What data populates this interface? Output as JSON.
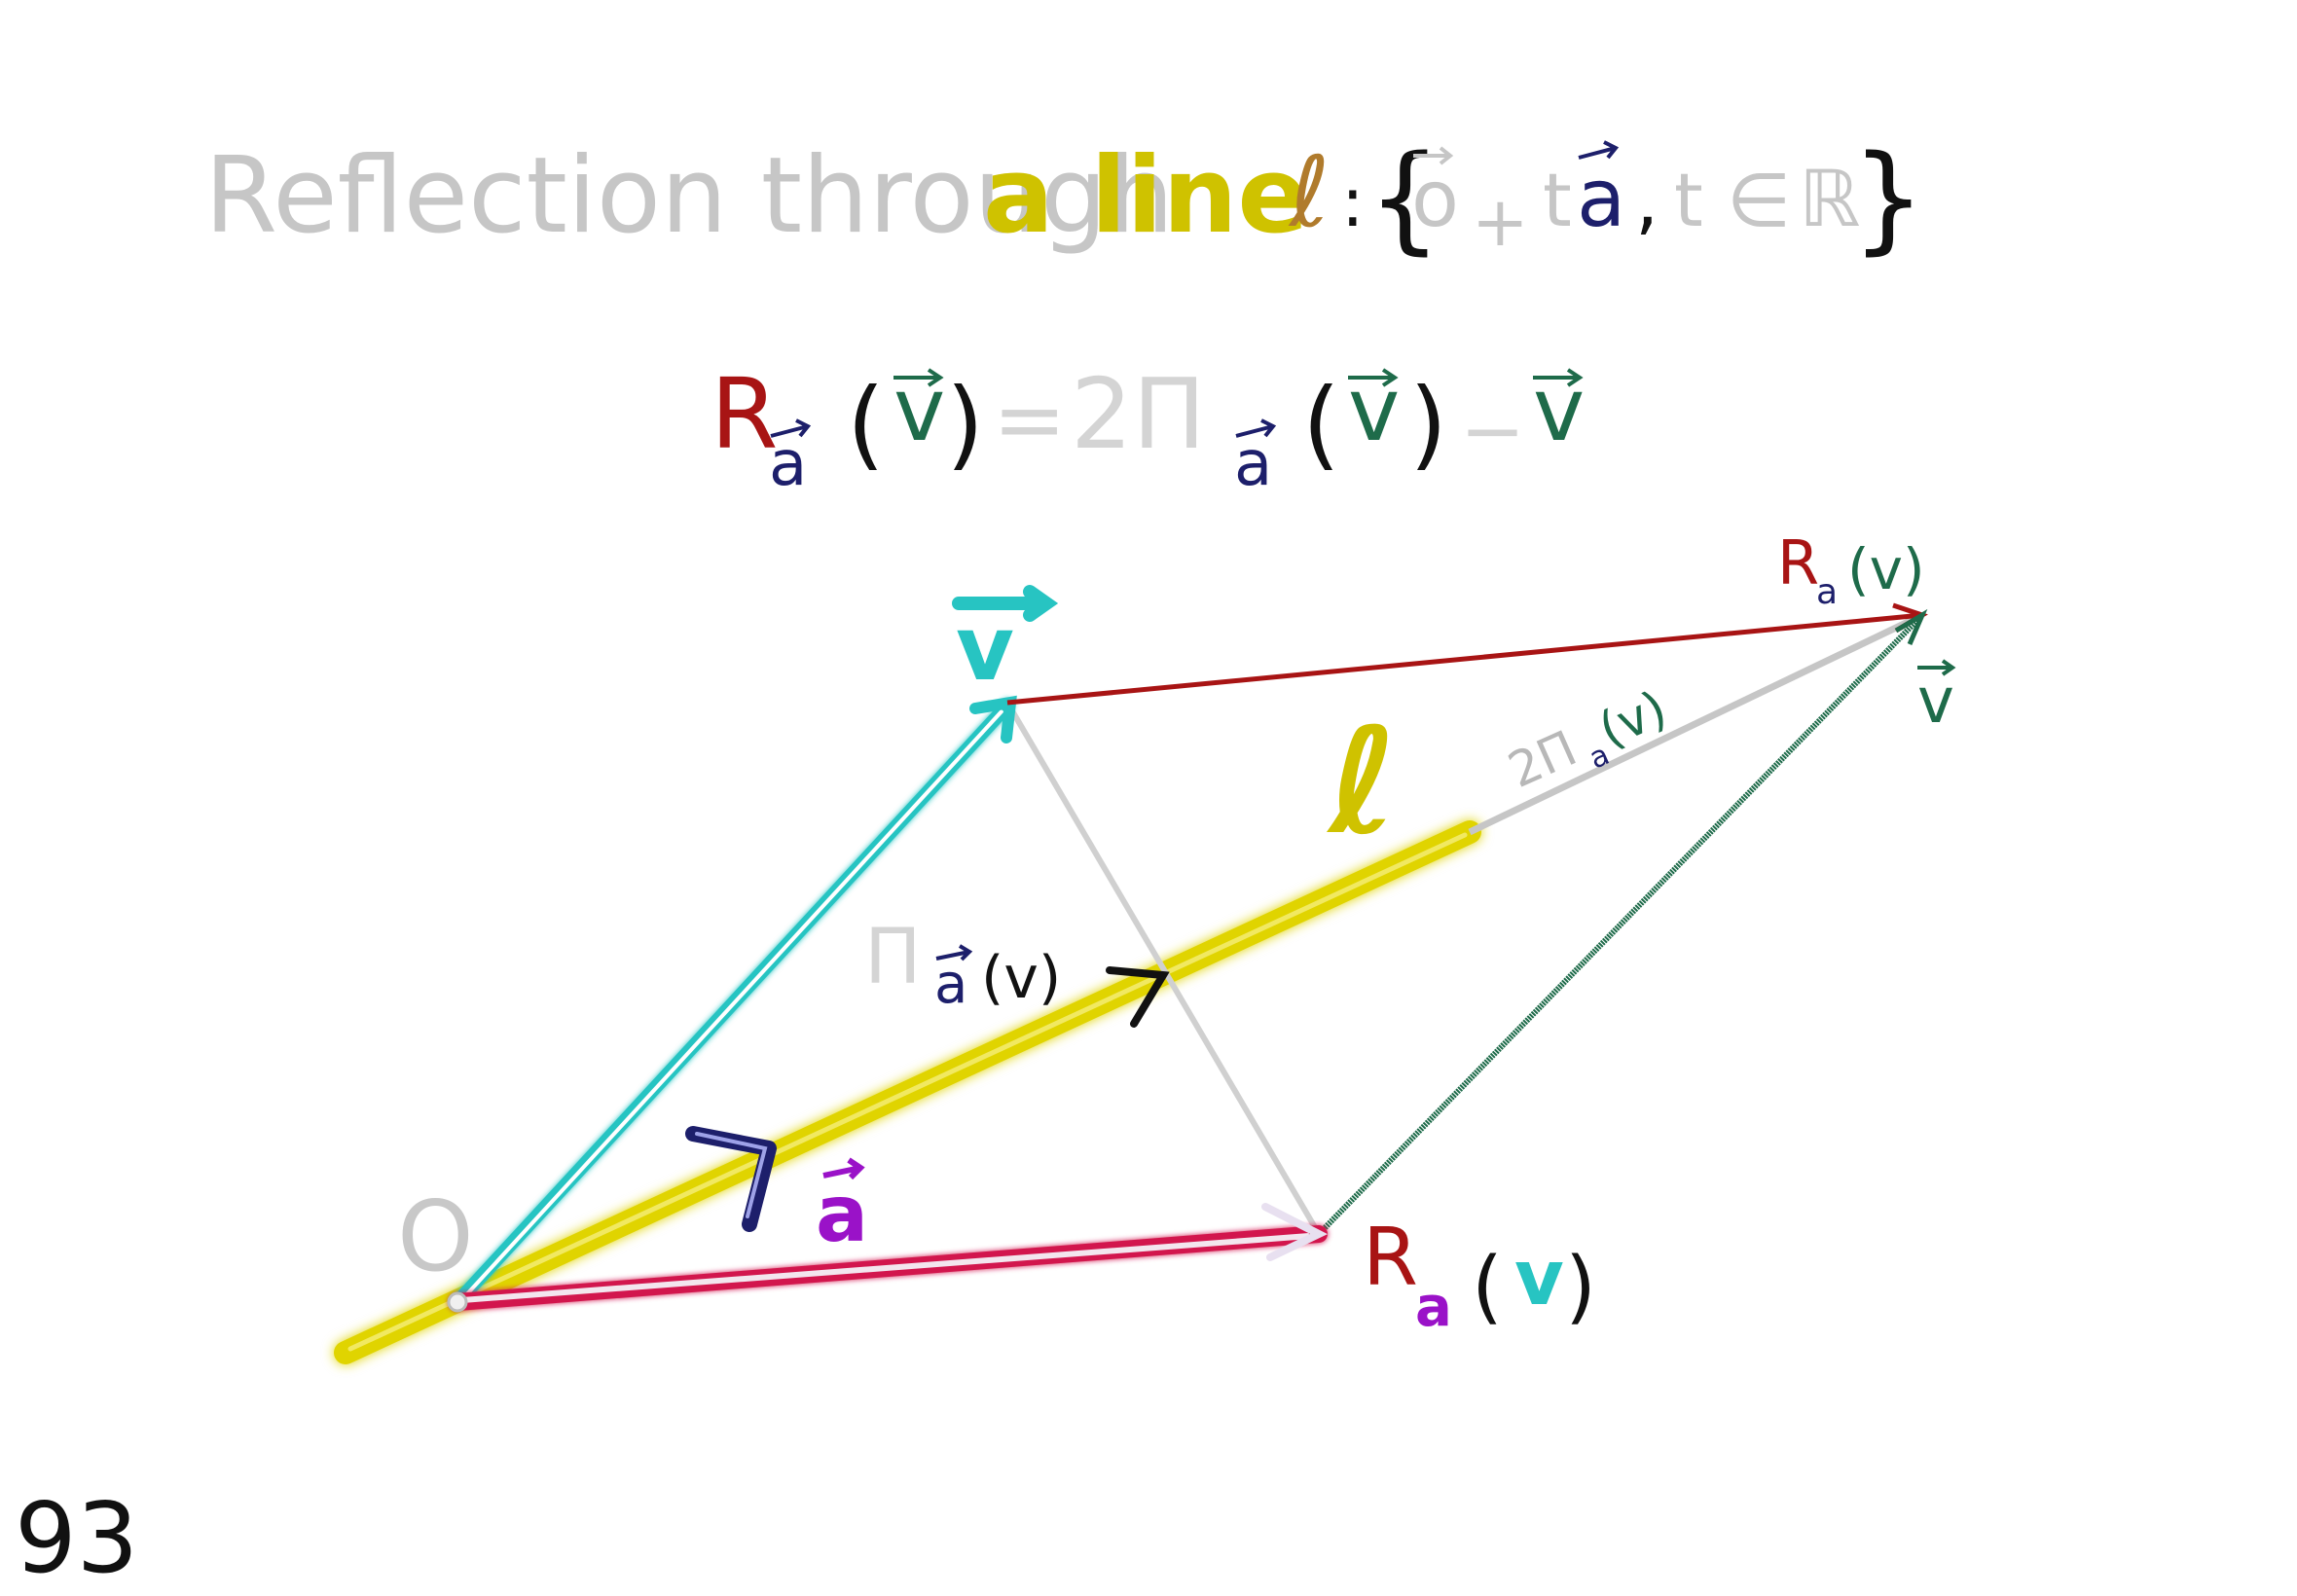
{
  "title": {
    "part1": "Reflection through",
    "part2": "a line"
  },
  "line_def": {
    "name": "ℓ",
    "colon": ":",
    "open_brace": "{",
    "origin": "o",
    "plus": "+",
    "t": "t",
    "a": "a",
    "comma": ",",
    "t_in": "t ∈",
    "reals": "ℝ",
    "close_brace": "}"
  },
  "formula": {
    "R": "R",
    "sub_a": "a",
    "lparen": "(",
    "v": "v",
    "rparen": ")",
    "eq": "=",
    "two_pi": "2Π",
    "minus": "−"
  },
  "labels": {
    "v_top": "v",
    "line_l": "ℓ",
    "origin": "O",
    "a_vec": "a",
    "pi_a_v": {
      "pi": "Π",
      "sub": "a",
      "paren": "(v)"
    },
    "two_pi_a_v": {
      "two_pi": "2Π",
      "sub": "a",
      "paren": "(v)"
    },
    "R_top": {
      "R": "R",
      "sub": "a",
      "paren": "(v)"
    },
    "v_right": "v",
    "R_bottom": {
      "R": "R",
      "sub": "a",
      "lp": "(",
      "v": "v",
      "rp": ")"
    }
  },
  "page_number": "93",
  "colors": {
    "gray": "#c6c6c6",
    "olive_yellow": "#cfc200",
    "line_yellow": "#e0d400",
    "brown": "#b07b2c",
    "navy": "#1d1f6b",
    "dark_red": "#a81414",
    "dark_green": "#1e6b4a",
    "cyan": "#27c4c2",
    "crimson": "#d2164e",
    "magenta": "#9a12c8",
    "black": "#111111"
  }
}
